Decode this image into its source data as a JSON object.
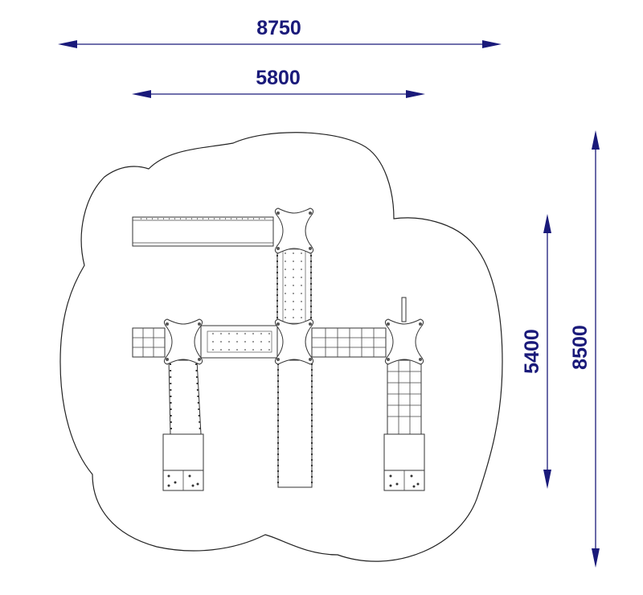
{
  "colors": {
    "dimension": "#1a1a7a",
    "outline": "#222222"
  },
  "dimensions": {
    "overall_width": "8750",
    "structure_width": "5800",
    "structure_depth": "5400",
    "overall_depth": "8500"
  }
}
